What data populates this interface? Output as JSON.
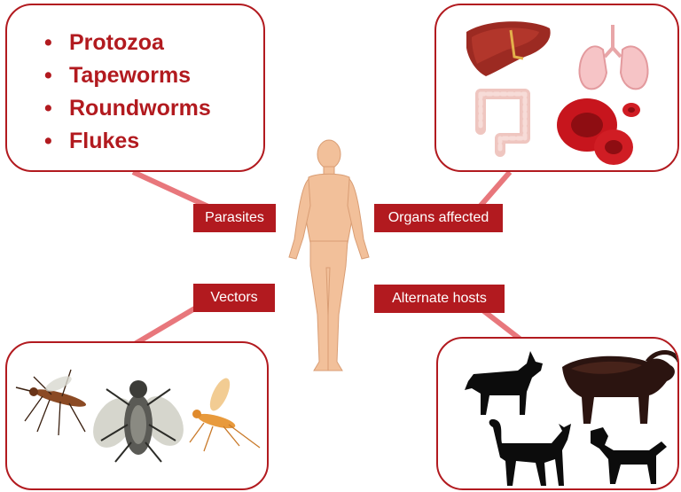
{
  "parasites": {
    "items": [
      "Protozoa",
      "Tapeworms",
      "Roundworms",
      "Flukes"
    ],
    "bullet": "•"
  },
  "labels": {
    "parasites": "Parasites",
    "organs": "Organs affected",
    "vectors": "Vectors",
    "hosts": "Alternate hosts"
  },
  "organ_images": [
    "liver",
    "lungs",
    "intestine",
    "red-blood-cells"
  ],
  "vector_images": [
    "mosquito",
    "fly",
    "sandfly"
  ],
  "host_images": [
    "goat",
    "buffalo",
    "cat",
    "dog"
  ],
  "colors": {
    "accent": "#b21a1f",
    "connector": "#e8777c",
    "skin": "#f2c09a",
    "silhouette": "#0c0c0c"
  }
}
